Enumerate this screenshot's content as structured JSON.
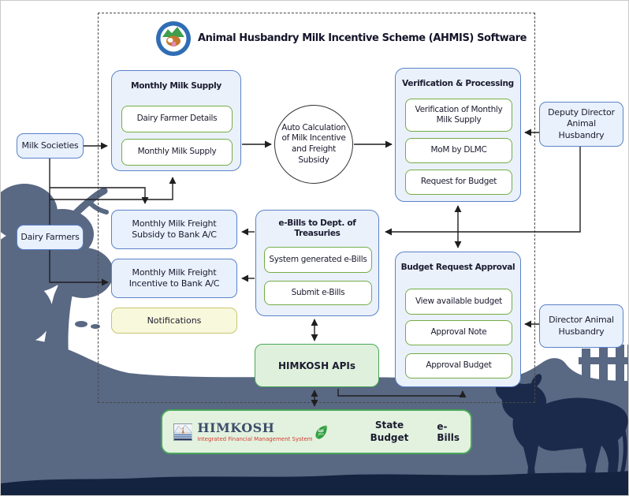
{
  "header": {
    "title": "Animal Husbandry Milk Incentive Scheme (AHMIS) Software"
  },
  "nodes": {
    "milk_societies": "Milk Societies",
    "dairy_farmers": "Dairy Farmers",
    "deputy_director": "Deputy Director Animal Husbandry",
    "director": "Director Animal Husbandry",
    "auto_calc": "Auto Calculation of Milk Incentive and Freight Subsidy",
    "subsidy": "Monthly Milk Freight Subsidy to Bank A/C",
    "incentive": "Monthly Milk Freight Incentive to Bank A/C",
    "notifications": "Notifications",
    "himkosh_apis": "HIMKOSH APIs"
  },
  "groups": {
    "monthly_milk_supply": {
      "title": "Monthly Milk Supply",
      "items": [
        "Dairy Farmer Details",
        "Monthly Milk Supply"
      ]
    },
    "verification": {
      "title": "Verification & Processing",
      "items": [
        "Verification of Monthly Milk Supply",
        "MoM by DLMC",
        "Request for Budget"
      ]
    },
    "ebills": {
      "title": "e-Bills to Dept. of Treasuries",
      "items": [
        "System generated e-Bills",
        "Submit e-Bills"
      ]
    },
    "budget": {
      "title": "Budget Request Approval",
      "items": [
        "View available budget",
        "Approval Note",
        "Approval Budget"
      ]
    }
  },
  "footer": {
    "himkosh_name": "HIMKOSH",
    "himkosh_tagline": "Integrated Financial Management System",
    "go_green_line1": "GO",
    "go_green_line2": "GREEN",
    "state_budget": "State Budget",
    "ebills": "e-Bills"
  },
  "colors": {
    "group_fill": "#eaf1fb",
    "group_border": "#5b82c9",
    "item_border": "#74ad45",
    "green_fill": "#dff0dc",
    "green_border": "#48a858",
    "yellow_fill": "#f8f8dc",
    "scenery_slate": "#596883",
    "scenery_navy": "#1b2a4a",
    "tagline_red": "#d23b2f"
  }
}
